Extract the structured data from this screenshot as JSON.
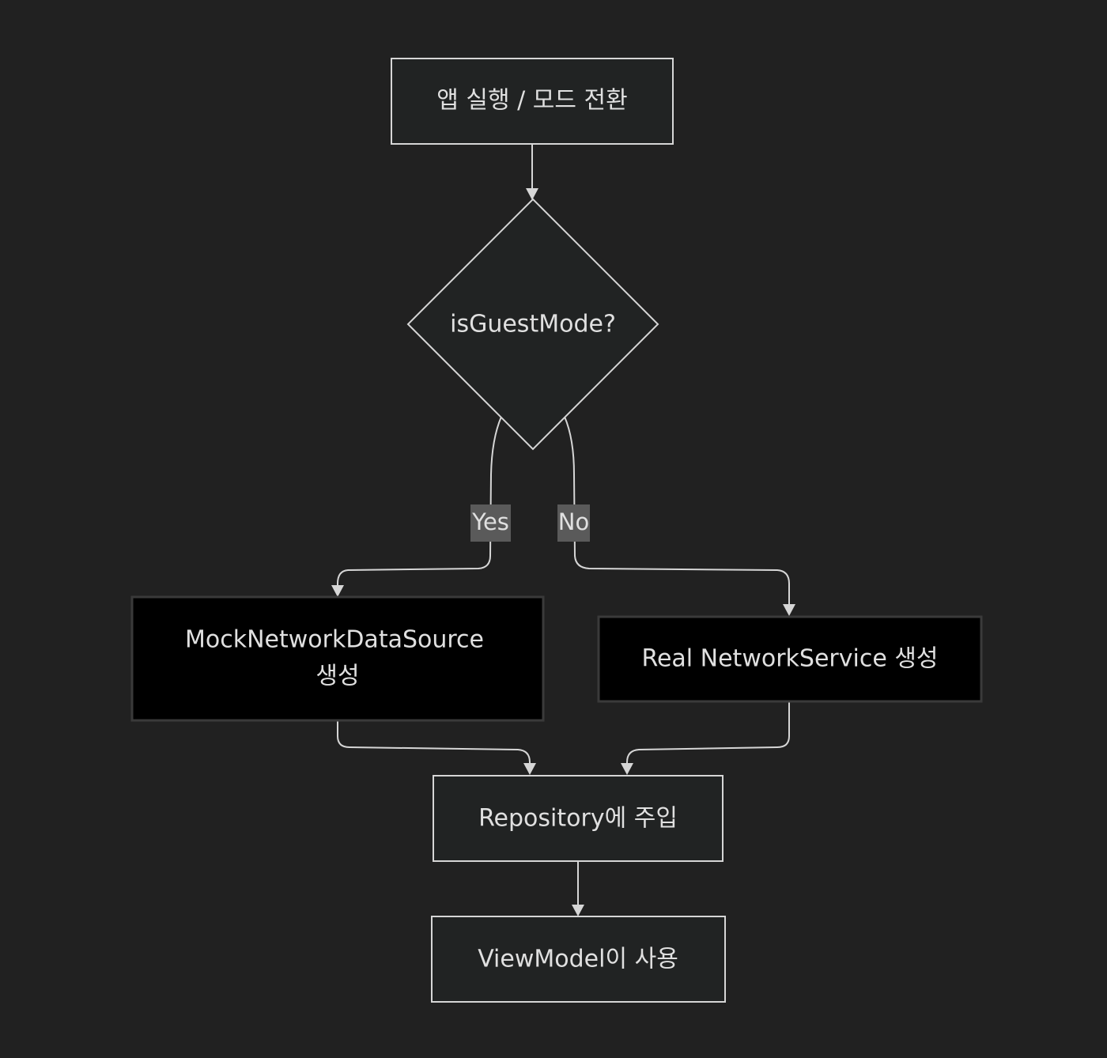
{
  "nodes": {
    "start": {
      "label": "앱 실행 / 모드 전환"
    },
    "decision": {
      "label": "isGuestMode?"
    },
    "mock": {
      "label_line1": "MockNetworkDataSource",
      "label_line2": "생성"
    },
    "real": {
      "label": "Real NetworkService 생성"
    },
    "repository": {
      "label": "Repository에 주입"
    },
    "viewmodel": {
      "label": "ViewModel이 사용"
    }
  },
  "edges": {
    "yes_label": "Yes",
    "no_label": "No"
  },
  "colors": {
    "background": "#212121",
    "node_fill": "#212323",
    "node_dark_fill": "#000000",
    "stroke": "#d6d6d6",
    "text": "#e0e0e0",
    "label_bg": "#5a5a5a"
  }
}
